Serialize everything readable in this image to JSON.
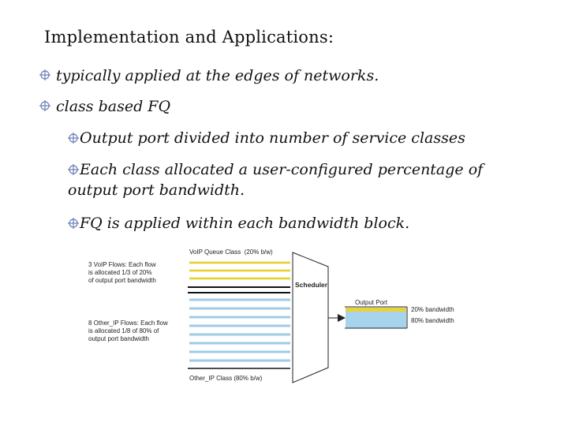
{
  "slide": {
    "title": "Implementation and Applications:",
    "bullets": [
      "typically applied at the edges of networks.",
      "class based FQ"
    ],
    "sub_bullets": [
      "Output port divided into number of service classes",
      "Each class allocated a user-configured percentage of output port bandwidth.",
      "FQ is applied within each bandwidth block."
    ]
  },
  "diagram": {
    "voip_class_label": "VoIP Queue Class",
    "voip_class_pct": "(20% b/w)",
    "voip_flows_note_lines": [
      "3 VoIP Flows: Each flow",
      "is allocated 1/3 of 20%",
      "of output port bandwidth"
    ],
    "other_flows_note_lines": [
      "8 Other_IP Flows: Each flow",
      "is allocated 1/8 of 80% of",
      "output port bandwidth"
    ],
    "other_class_label": "Other_IP Class (80% b/w)",
    "scheduler_label": "Scheduler",
    "output_port_label": "Output Port",
    "bw_20_label": "20% bandwidth",
    "bw_80_label": "80% bandwidth",
    "colors": {
      "voip_line": "#e6cf2a",
      "other_line": "#9fcbe6",
      "separator": "#111111",
      "output_yellow": "#e9d23a",
      "output_blue": "#a8d3ec",
      "bullet_icon": "#6b7fb8"
    },
    "bullet_icon": "crosshair-bullet-icon"
  }
}
